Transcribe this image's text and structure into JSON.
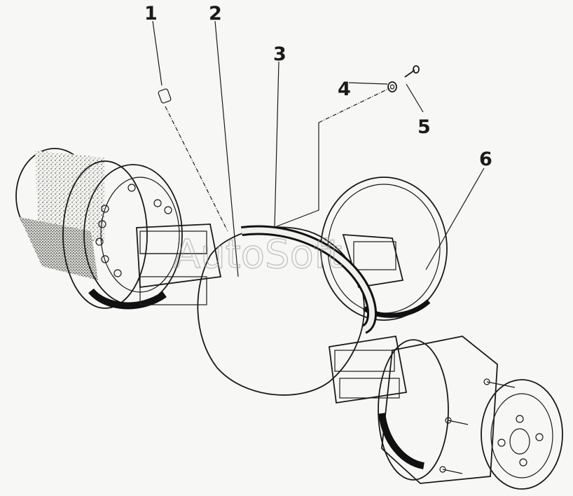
{
  "callouts": [
    {
      "id": "1",
      "text": "1"
    },
    {
      "id": "2",
      "text": "2"
    },
    {
      "id": "3",
      "text": "3"
    },
    {
      "id": "4",
      "text": "4"
    },
    {
      "id": "5",
      "text": "5"
    },
    {
      "id": "6",
      "text": "6"
    }
  ],
  "watermark": "AutoSoft",
  "colors": {
    "ink": "#1a1a1a",
    "paper": "#f7f7f5",
    "watermark": "#9a9a9a"
  }
}
